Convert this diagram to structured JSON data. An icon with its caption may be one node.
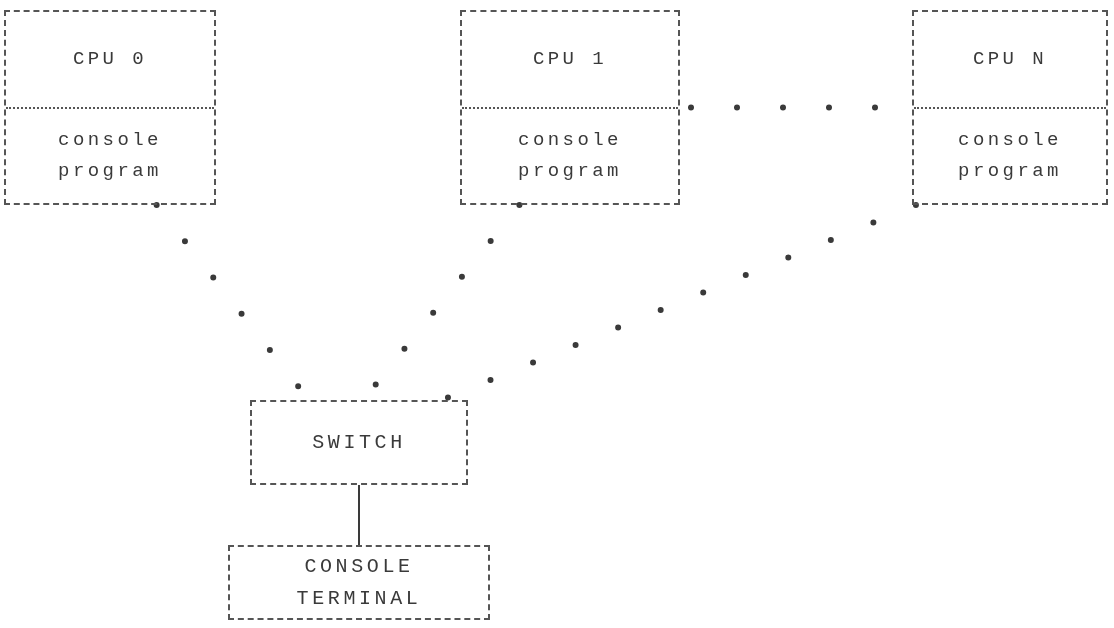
{
  "diagram": {
    "nodes": [
      {
        "text": [
          "CPU 0",
          "console program"
        ]
      },
      {
        "text": [
          "CPU 1",
          "console program"
        ]
      },
      {
        "text": [
          "CPU N",
          "console program"
        ]
      },
      {
        "text": [
          "SWITCH"
        ]
      },
      {
        "text": [
          "CONSOLE TERMINAL"
        ]
      }
    ],
    "edges": [
      {
        "from": 0,
        "to": 3,
        "arrow": "none",
        "style": "dashed"
      },
      {
        "from": 1,
        "to": 3,
        "arrow": "none",
        "style": "dashed"
      },
      {
        "from": 2,
        "to": 3,
        "arrow": "none",
        "style": "dashed"
      },
      {
        "from": 1,
        "to": 2,
        "arrow": "none",
        "style": "dashed"
      },
      {
        "from": 3,
        "to": 4,
        "arrow": "none"
      }
    ]
  }
}
